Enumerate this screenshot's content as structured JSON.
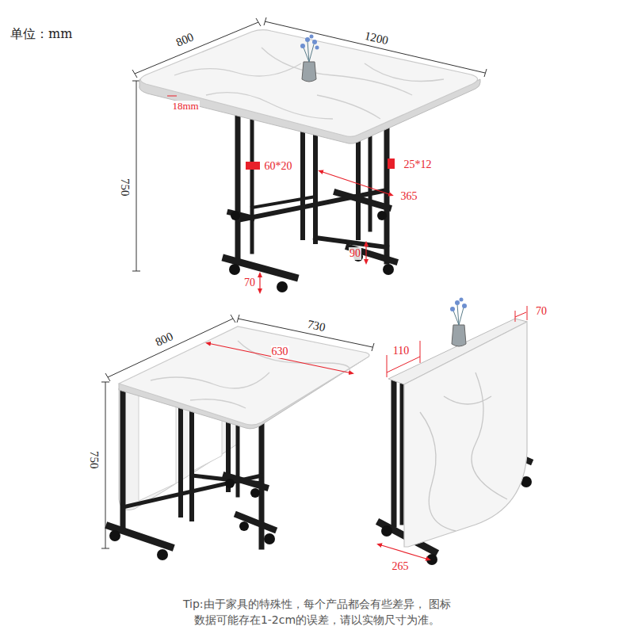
{
  "diagram": {
    "caption": "Tip:由于家具的特殊性，每个产品都会有些差异， 图标数据可能存在1-2cm的误差，请以实物尺寸为准。",
    "labels": [
      "单位：mm",
      "800",
      "1200",
      "18mm",
      "750",
      "60*20",
      "25*12",
      "365",
      "90",
      "70",
      "800",
      "730",
      "630",
      "750",
      "70",
      "110",
      "265"
    ]
  }
}
